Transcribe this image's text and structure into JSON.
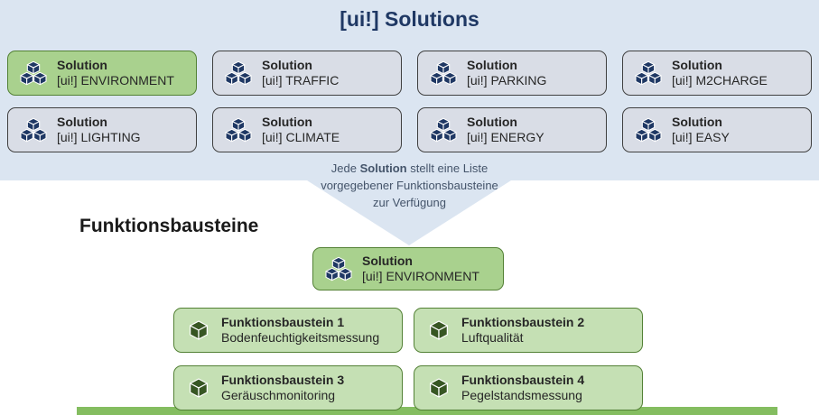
{
  "header": {
    "title": "[ui!] Solutions"
  },
  "solutions": {
    "rows": [
      [
        {
          "label": "Solution",
          "name": "[ui!] ENVIRONMENT",
          "highlighted": true
        },
        {
          "label": "Solution",
          "name": "[ui!] TRAFFIC",
          "highlighted": false
        },
        {
          "label": "Solution",
          "name": "[ui!] PARKING",
          "highlighted": false
        },
        {
          "label": "Solution",
          "name": "[ui!] M2CHARGE",
          "highlighted": false
        }
      ],
      [
        {
          "label": "Solution",
          "name": "[ui!] LIGHTING",
          "highlighted": false
        },
        {
          "label": "Solution",
          "name": "[ui!] CLIMATE",
          "highlighted": false
        },
        {
          "label": "Solution",
          "name": "[ui!] ENERGY",
          "highlighted": false
        },
        {
          "label": "Solution",
          "name": "[ui!] EASY",
          "highlighted": false
        }
      ]
    ]
  },
  "arrow_note": {
    "line1_prefix": "Jede ",
    "line1_bold": "Solution",
    "line1_suffix": " stellt eine Liste",
    "line2": "vorgegebener Funktionsbausteine",
    "line3": "zur Verfügung"
  },
  "bottom": {
    "heading": "Funktionsbausteine",
    "selected_solution": {
      "label": "Solution",
      "name": "[ui!] ENVIRONMENT"
    },
    "modules": [
      {
        "title": "Funktionsbaustein 1",
        "subtitle": "Bodenfeuchtigkeitsmessung"
      },
      {
        "title": "Funktionsbaustein 2",
        "subtitle": "Luftqualität"
      },
      {
        "title": "Funktionsbaustein 3",
        "subtitle": "Geräuschmonitoring"
      },
      {
        "title": "Funktionsbaustein 4",
        "subtitle": "Pegelstandsmessung"
      }
    ]
  },
  "palette": {
    "band_blue": "#dbe5f1",
    "title_navy": "#1f3864",
    "box_gray": "#d9dde6",
    "box_gray_border": "#404040",
    "box_green": "#a9d18e",
    "module_green": "#c5e0b4",
    "green_border": "#538135",
    "icon_navy": "#1f3864",
    "icon_dark_green": "#375623",
    "bottom_bar_green": "#84bd60"
  }
}
